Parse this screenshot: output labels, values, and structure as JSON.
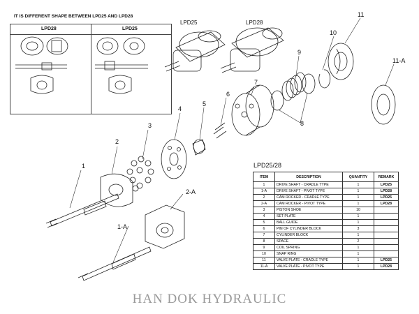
{
  "comparison": {
    "title": "IT IS DIFFERENT SHAPE BETWEEN LPD25 AND LPD28",
    "left_label": "LPD28",
    "right_label": "LPD25"
  },
  "assembly_labels": {
    "lpd25": "LPD25",
    "lpd28": "LPD28"
  },
  "callouts": [
    "1",
    "1-A",
    "2",
    "2-A",
    "3",
    "4",
    "5",
    "6",
    "7",
    "8",
    "9",
    "10",
    "11",
    "11-A"
  ],
  "parts_table": {
    "title": "LPD25/28",
    "headers": [
      "ITEM",
      "DESCRIPTION",
      "QUANTITY",
      "REMARK"
    ],
    "rows": [
      [
        "1",
        "DRIVE SHAFT - CRADLE TYPE",
        "1",
        "LPD25"
      ],
      [
        "1-A",
        "DRIVE SHAFT - PIVOT TYPE",
        "1",
        "LPD28"
      ],
      [
        "2",
        "CAM ROCKER - CRADLE TYPE",
        "1",
        "LPD25"
      ],
      [
        "2-A",
        "CAM ROCKER - PIVOT TYPE",
        "1",
        "LPD28"
      ],
      [
        "3",
        "PISTON SHOE",
        "10",
        ""
      ],
      [
        "4",
        "SET PLATE",
        "1",
        ""
      ],
      [
        "5",
        "BALL GUIDE",
        "1",
        ""
      ],
      [
        "6",
        "PIN OF CYLINDER BLOCK",
        "3",
        ""
      ],
      [
        "7",
        "CYLINDER BLOCK",
        "1",
        ""
      ],
      [
        "8",
        "SPACE",
        "2",
        ""
      ],
      [
        "9",
        "COIL SPRING",
        "1",
        ""
      ],
      [
        "10",
        "SNAP RING",
        "1",
        ""
      ],
      [
        "11",
        "VALVE PLATE - CRADLE TYPE",
        "1",
        "LPD25"
      ],
      [
        "11-A",
        "VALVE PLATE - PIVOT TYPE",
        "1",
        "LPD28"
      ]
    ]
  },
  "footer": "HAN DOK HYDRAULIC"
}
